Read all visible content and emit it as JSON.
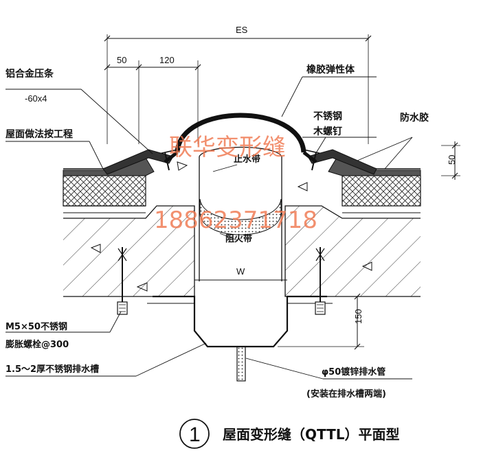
{
  "dimensions": {
    "es": "ES",
    "d50_top": "50",
    "d120": "120",
    "d50_right": "50",
    "w": "W",
    "d150": "150"
  },
  "labels": {
    "aluminum_strip": "铝合金压条",
    "aluminum_strip_spec": "-60x4",
    "roof_method": "屋面做法按工程",
    "rubber_elastomer": "橡胶弹性体",
    "stainless_steel": "不锈钢",
    "wood_screw": "木螺钉",
    "waterproof_glue": "防水胶",
    "waterstop_belt": "止水带",
    "fire_belt": "阻火带",
    "bolt_line1": "M5×50不锈钢",
    "bolt_line2": "膨胀螺栓@300",
    "drain_trough": "1.5～2厚不锈钢排水槽",
    "drain_pipe": "φ50镀锌排水管",
    "drain_pipe_note": "(安装在排水槽两端)"
  },
  "title": {
    "number": "1",
    "text": "屋面变形缝（QTTL）平面型"
  },
  "watermark": {
    "company": "联华变形缝",
    "phone": "18862371718"
  },
  "colors": {
    "line": "#111111",
    "watermark": "#f07850",
    "background": "#ffffff"
  }
}
